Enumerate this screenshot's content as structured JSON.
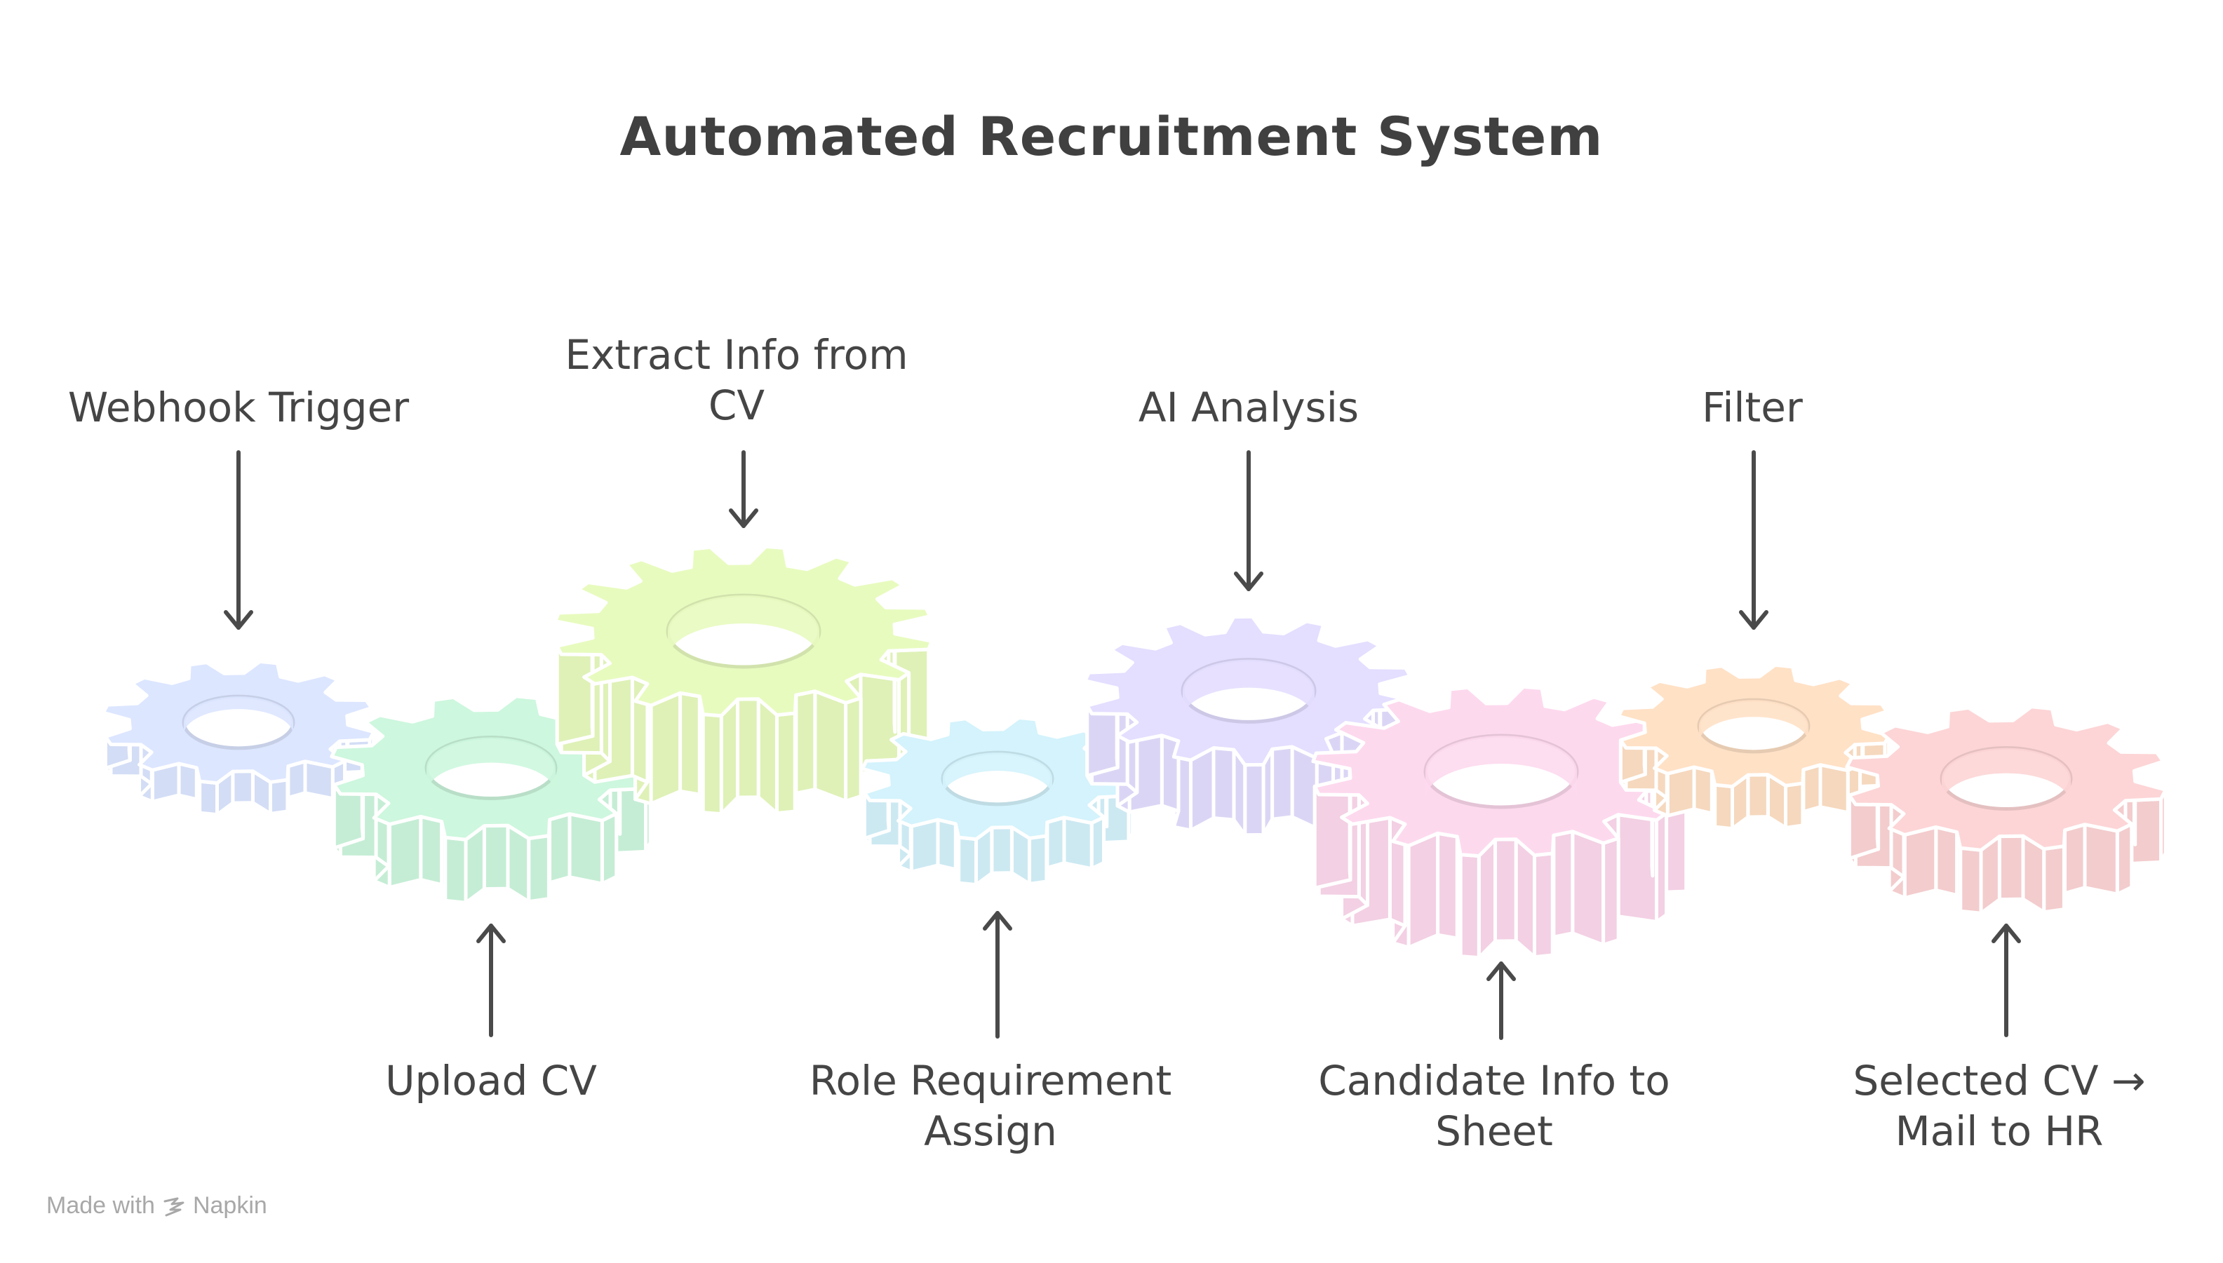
{
  "title": "Automated Recruitment System",
  "steps": [
    {
      "id": "webhook",
      "label_lines": [
        "Webhook Trigger"
      ],
      "position": "top",
      "color": "#dce6ff"
    },
    {
      "id": "upload",
      "label_lines": [
        "Upload CV"
      ],
      "position": "bottom",
      "color": "#cdf7de"
    },
    {
      "id": "extract",
      "label_lines": [
        "Extract Info from",
        "CV"
      ],
      "position": "top",
      "color": "#e8fbbf"
    },
    {
      "id": "role",
      "label_lines": [
        "Role Requirement",
        "Assign"
      ],
      "position": "bottom",
      "color": "#d4f3fc"
    },
    {
      "id": "ai",
      "label_lines": [
        "AI Analysis"
      ],
      "position": "top",
      "color": "#e4deff"
    },
    {
      "id": "candidate",
      "label_lines": [
        "Candidate Info to",
        "Sheet"
      ],
      "position": "bottom",
      "color": "#fdd9ee"
    },
    {
      "id": "filter",
      "label_lines": [
        "Filter"
      ],
      "position": "top",
      "color": "#ffe1c6"
    },
    {
      "id": "selected",
      "label_lines": [
        "Selected CV →",
        "Mail to HR"
      ],
      "position": "bottom",
      "color": "#fdd5d6"
    }
  ],
  "footer": {
    "made_with": "Made with",
    "brand": "Napkin"
  }
}
